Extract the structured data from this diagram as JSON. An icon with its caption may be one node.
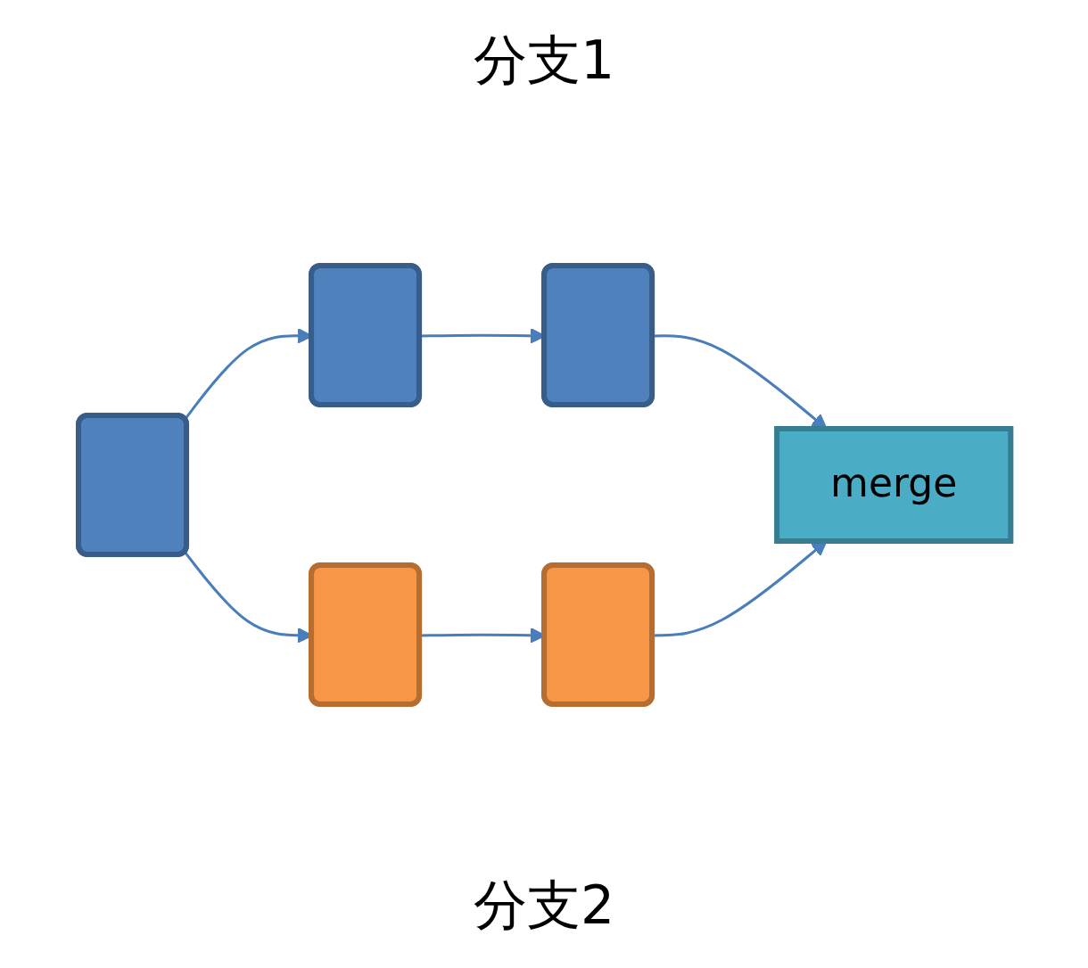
{
  "diagram": {
    "nodes": [
      {
        "text": [],
        "shape": "box"
      },
      {
        "text": [],
        "shape": "box"
      },
      {
        "text": [],
        "shape": "box"
      },
      {
        "text": [],
        "shape": "box"
      },
      {
        "text": [],
        "shape": "box"
      },
      {
        "text": [
          "merge"
        ]
      }
    ],
    "edges": [
      {
        "from": 0,
        "to": 1,
        "arrow": "to"
      },
      {
        "from": 1,
        "to": 2,
        "arrow": "to"
      },
      {
        "from": 2,
        "to": 5,
        "arrow": "to"
      },
      {
        "from": 0,
        "to": 3,
        "arrow": "to"
      },
      {
        "from": 3,
        "to": 4,
        "arrow": "to"
      },
      {
        "from": 4,
        "to": 5,
        "arrow": "to"
      }
    ],
    "labels": [
      "分支1",
      "分支2"
    ]
  }
}
